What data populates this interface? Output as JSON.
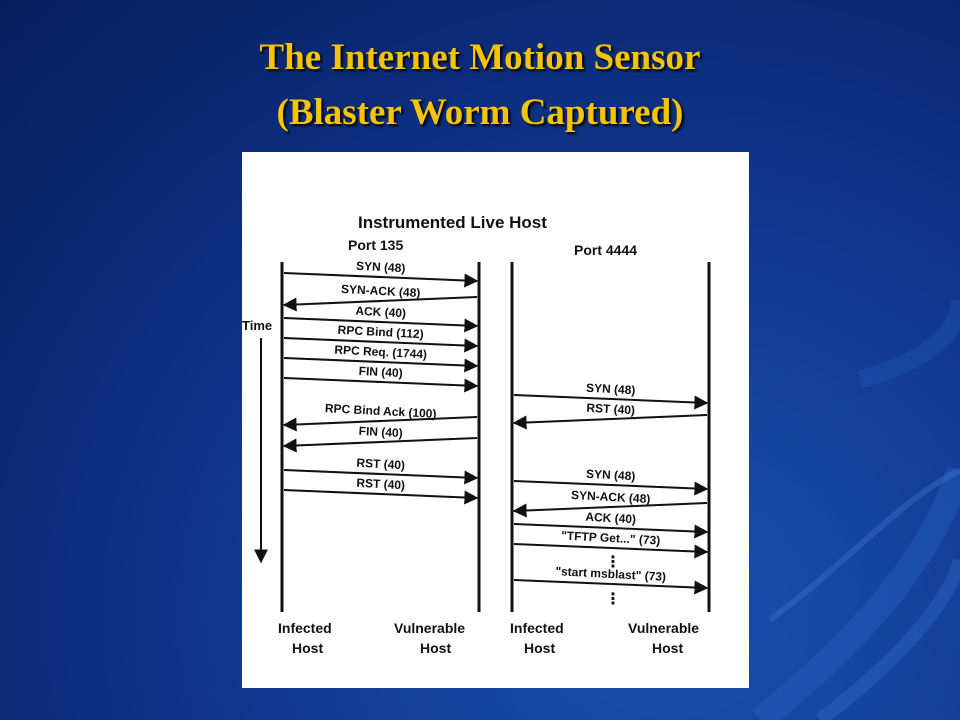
{
  "slide": {
    "title_line1": "The Internet Motion Sensor",
    "title_line2": "(Blaster Worm Captured)"
  },
  "diagram": {
    "heading": "Instrumented Live Host",
    "port_left": "Port 135",
    "port_right": "Port 4444",
    "time_label": "Time",
    "hosts": {
      "left_a_line1": "Infected",
      "left_a_line2": "Host",
      "left_b_line1": "Vulnerable",
      "left_b_line2": "Host",
      "right_a_line1": "Infected",
      "right_a_line2": "Host",
      "right_b_line1": "Vulnerable",
      "right_b_line2": "Host"
    },
    "left_messages": [
      {
        "label": "SYN (48)",
        "dir": "right"
      },
      {
        "label": "SYN-ACK (48)",
        "dir": "left"
      },
      {
        "label": "ACK (40)",
        "dir": "right"
      },
      {
        "label": "RPC Bind (112)",
        "dir": "right"
      },
      {
        "label": "RPC Req. (1744)",
        "dir": "right"
      },
      {
        "label": "FIN (40)",
        "dir": "right"
      },
      {
        "label": "RPC Bind  Ack (100)",
        "dir": "left"
      },
      {
        "label": "FIN (40)",
        "dir": "left"
      },
      {
        "label": "RST (40)",
        "dir": "right"
      },
      {
        "label": "RST (40)",
        "dir": "right"
      }
    ],
    "right_messages": [
      {
        "label": "SYN (48)",
        "dir": "right"
      },
      {
        "label": "RST (40)",
        "dir": "left"
      },
      {
        "label": "SYN (48)",
        "dir": "right"
      },
      {
        "label": "SYN-ACK (48)",
        "dir": "left"
      },
      {
        "label": "ACK (40)",
        "dir": "right"
      },
      {
        "label": "\"TFTP Get...\" (73)",
        "dir": "right"
      },
      {
        "label": "\"start msblast\" (73)",
        "dir": "right"
      }
    ]
  }
}
